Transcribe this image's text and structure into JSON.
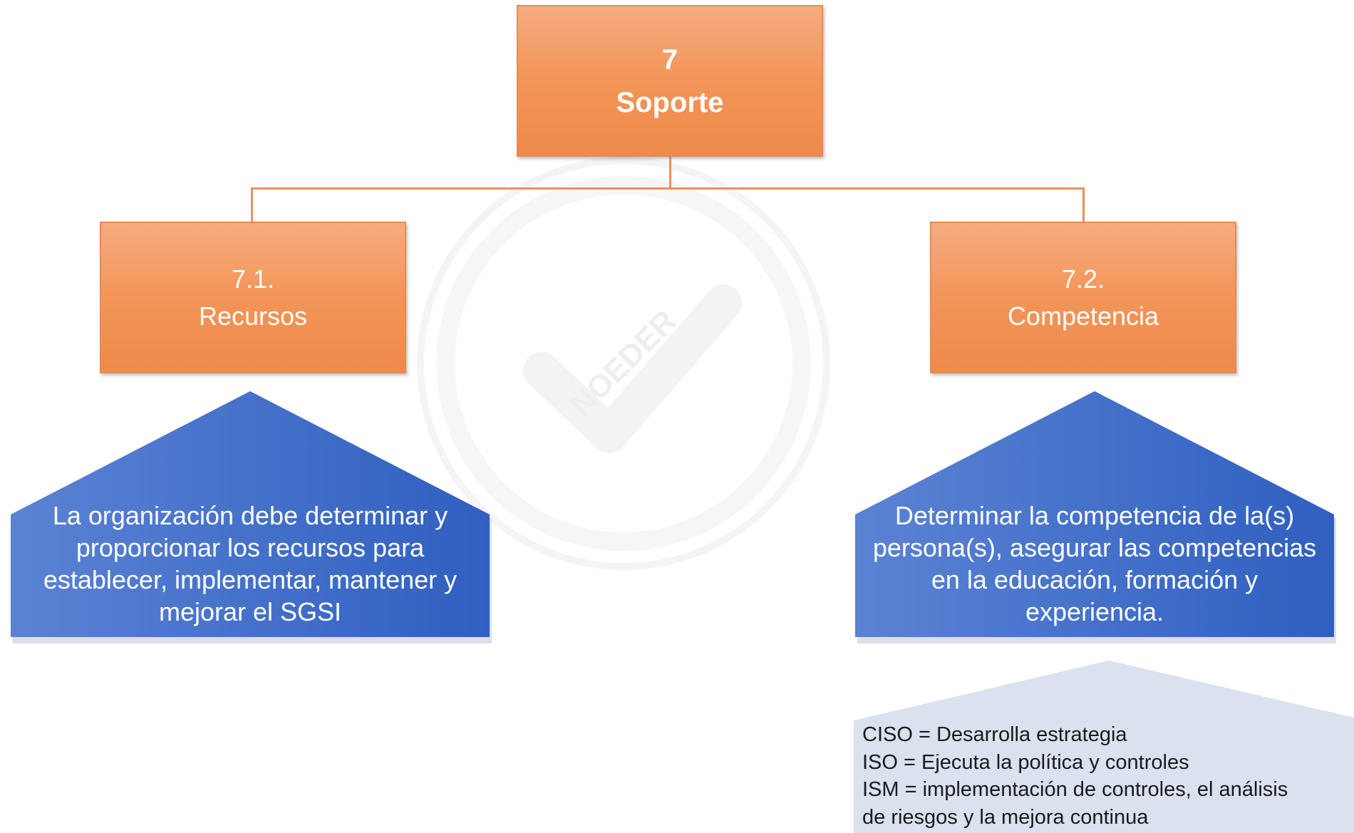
{
  "top": {
    "number": "7",
    "title": "Soporte"
  },
  "children": [
    {
      "number": "7.1.",
      "title": "Recursos"
    },
    {
      "number": "7.2.",
      "title": "Competencia"
    }
  ],
  "descriptions": [
    {
      "lines": [
        "La organización debe determinar y",
        "proporcionar los recursos para",
        "establecer, implementar, mantener y",
        "mejorar el SGSI"
      ]
    },
    {
      "lines": [
        "Determinar la competencia de la(s)",
        "persona(s), asegurar las competencias",
        "en la educación, formación y",
        "experiencia."
      ]
    }
  ],
  "note": {
    "lines": [
      "CISO = Desarrolla estrategia",
      "ISO = Ejecuta la política y controles",
      "ISM = implementación de controles, el análisis",
      "de riesgos y la mejora continua"
    ]
  },
  "watermark": {
    "text": "NOEDER"
  },
  "colors": {
    "orange": "#f39558",
    "blue": "#3a67c6",
    "note_bg": "#dae2f0",
    "connector": "#ee8f5a"
  }
}
